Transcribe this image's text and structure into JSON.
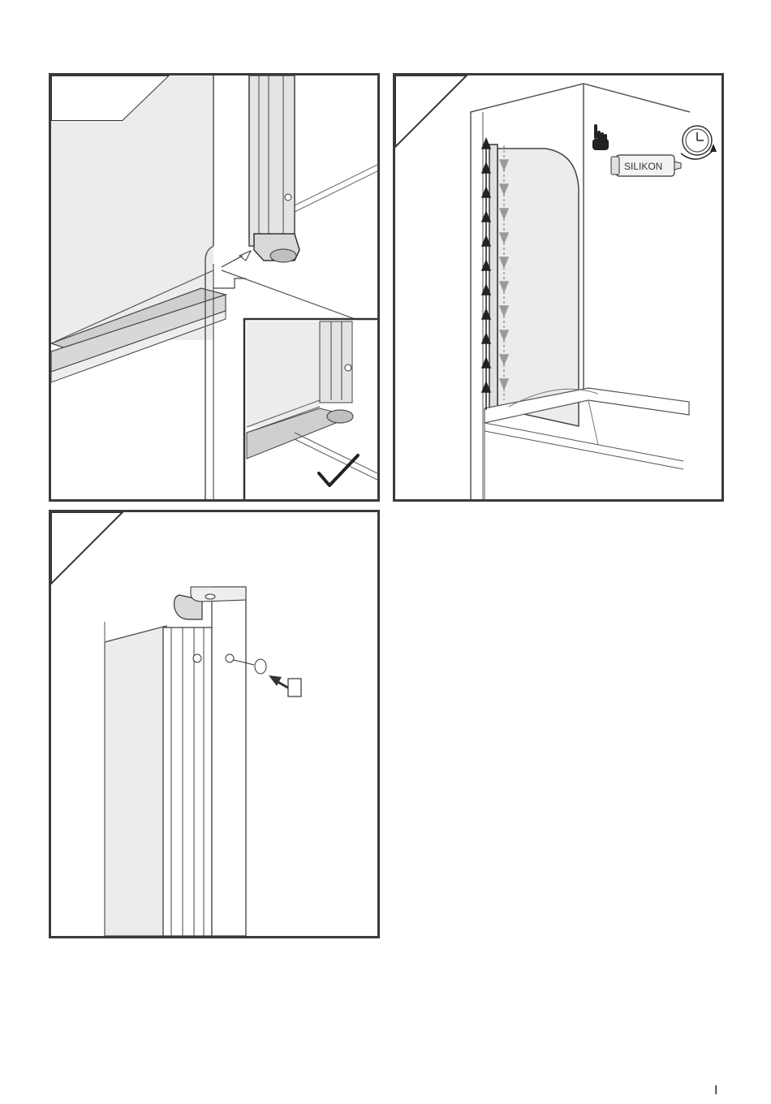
{
  "panels": [
    {
      "id": "panel-1",
      "step_number": "",
      "description": "",
      "inset": true,
      "check_mark": true
    },
    {
      "id": "panel-2",
      "step_number": "",
      "sealant_label": "SILIKON",
      "icons": [
        "hand-pointer-icon",
        "clock-icon",
        "silicone-tube-icon",
        "arrow-up-icon",
        "arrow-down-icon"
      ]
    },
    {
      "id": "panel-3",
      "step_number": "",
      "icons": [
        "screw-cap-icon",
        "arrow-icon"
      ]
    }
  ],
  "page": {
    "number": "I"
  },
  "colors": {
    "frame": "#3a3a3a",
    "glass": "#ececec",
    "shade": "#cfcfcf",
    "line": "#555555",
    "arrow_up": "#222222",
    "arrow_down": "#9a9a9a"
  }
}
